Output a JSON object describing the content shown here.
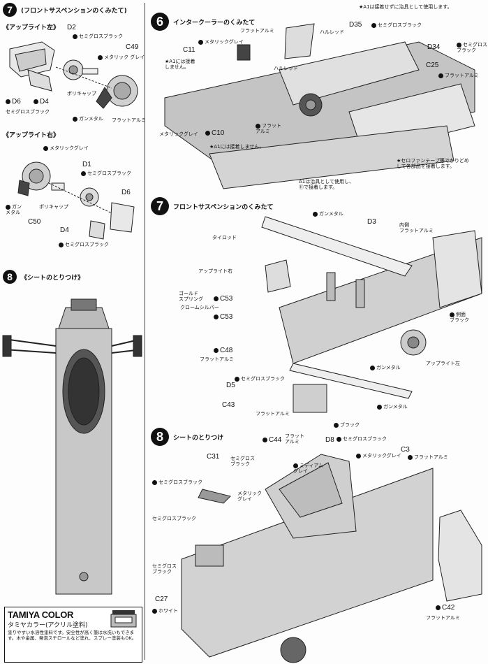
{
  "step7_left": {
    "number": "7",
    "title": "(フロントサスペンションのくみたて)",
    "upright_left": {
      "heading": "《アップライト左》",
      "parts": {
        "d2": "D2",
        "c49": "C49",
        "d6": "D6",
        "d4": "D4"
      },
      "labels": {
        "semi_gloss_black_top": "セミグロスブラック",
        "metallic_grey": "メタリック\nグレイ",
        "poly_cap": "ポリキャップ",
        "gunmetal": "ガンメタル",
        "flat_aluminum": "フラットアルミ",
        "semi_gloss_black_bottom": "セミグロスブラック"
      }
    },
    "upright_right": {
      "heading": "《アップライト右》",
      "parts": {
        "d1": "D1",
        "d6": "D6",
        "c50": "C50",
        "d4": "D4"
      },
      "labels": {
        "metallic_grey": "メタリックグレイ",
        "semi_gloss_black": "セミグロスブラック",
        "gunmetal": "ガン\nメタル",
        "poly_cap": "ポリキャップ",
        "semi_gloss_black_bottom": "セミグロスブラック"
      }
    }
  },
  "step8_left": {
    "number": "8",
    "title": "《シートのとりつけ》"
  },
  "step6": {
    "number": "6",
    "title": "インタークーラーのくみたて",
    "top_note": "★A1は接着せずに治具として使用します。",
    "parts": {
      "d35": "D35",
      "c11": "C11",
      "d34": "D34",
      "c25": "C25",
      "c10": "C10"
    },
    "labels": {
      "semi_gloss_black": "セミグロスブラック",
      "flat_aluminum_top": "フラットアルミ",
      "metallic_grey": "メタリックグレイ",
      "hull_red": "ハルレッド",
      "hull_red2": "ハルレッド",
      "d34_color": "セミグロス\nブラック",
      "c25_color": "フラットアルミ",
      "flat_aluminum_mid": "フラット\nアルミ",
      "c10_color": "メタリックグレイ"
    },
    "notes": {
      "a1_no_glue_top": "★A1には接着\nしません。",
      "a1_no_glue_bottom": "★A1には接着しません。",
      "cellophane": "★セロファンテープ等でかりどめ\nして各部品を接着します。",
      "a1_jig": "A1は治具として使用し、\n⑪で接着します。"
    }
  },
  "step7": {
    "number": "7",
    "title": "フロントサスペンションのくみたて",
    "parts": {
      "d3": "D3",
      "c53a": "C53",
      "c53b": "C53",
      "c48": "C48",
      "d5": "D5",
      "c43": "C43"
    },
    "labels": {
      "gunmetal_top": "ガンメタル",
      "tie_rod": "タイロッド",
      "inner_flat_al": "内側\nフラットアルミ",
      "upright_right": "アップライト右",
      "gold_spring": "ゴールド\nスプリング",
      "chrome_silver": "クロームシルバー",
      "side_black": "側面\nブラック",
      "c48_color": "フラットアルミ",
      "gunmetal_mid": "ガンメタル",
      "upright_left": "アップライト左",
      "d5_color": "セミグロスブラック",
      "gunmetal_bottom": "ガンメタル",
      "c43_color": "フラットアルミ",
      "black": "ブラック"
    }
  },
  "step8": {
    "number": "8",
    "title": "シートのとりつけ",
    "parts": {
      "c44": "C44",
      "d8": "D8",
      "c3": "C3",
      "c31": "C31",
      "c27": "C27",
      "c42": "C42"
    },
    "labels": {
      "c44_color": "フラット\nアルミ",
      "d8_color": "セミグロスブラック",
      "c3_color1": "メタリックグレイ",
      "c3_color2": "フラットアルミ",
      "semi_gloss_black1": "セミグロス\nブラック",
      "medium_grey": "ミディアム\nグレイ",
      "c31_color": "セミグロスブラック",
      "metallic_grey": "メタリック\nグレイ",
      "semi_gloss_black2": "セミグロスブラック",
      "semi_gloss_black3": "セミグロス\nブラック",
      "c27_color": "ホワイト",
      "c42_color": "フラットアルミ"
    }
  },
  "tamiya_color": {
    "title": "TAMIYA COLOR",
    "subtitle": "タミヤカラー(アクリル塗料)",
    "description": "塗りやすい水溶性塗料です。安全性が高く筆は水洗いもできます。木や金属、発泡スチロールなど塗れ、スプレー塗装もOK。"
  }
}
